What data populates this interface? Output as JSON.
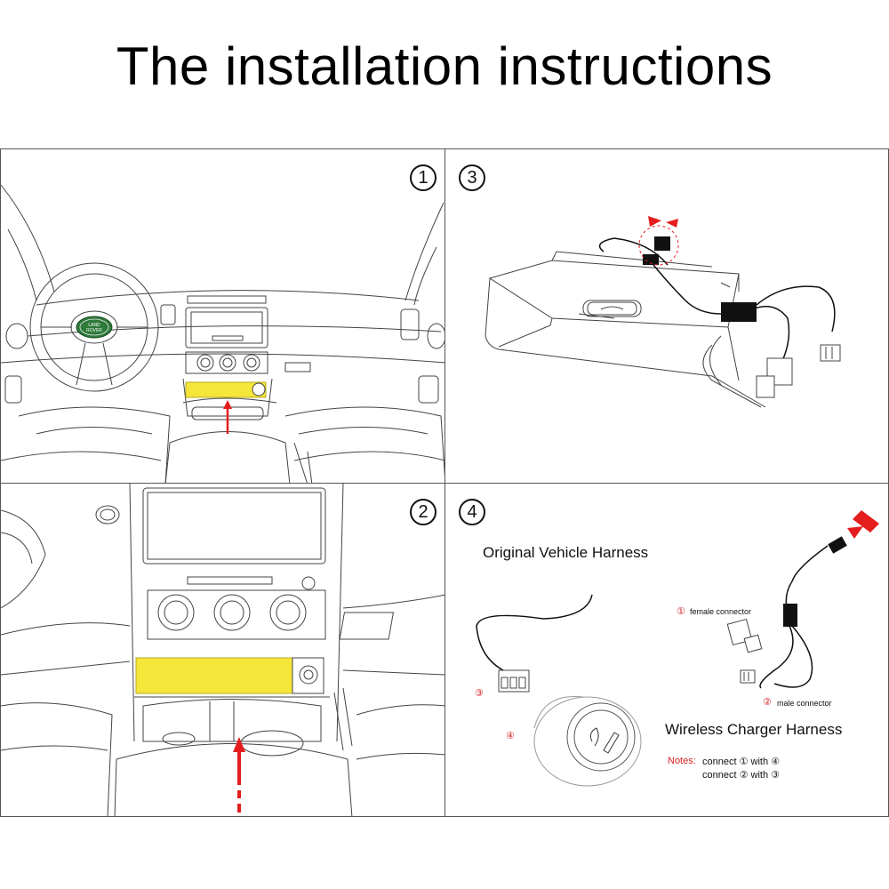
{
  "title": "The installation instructions",
  "steps": {
    "s1": "1",
    "s2": "2",
    "s3": "3",
    "s4": "4"
  },
  "panel4": {
    "original_harness": "Original Vehicle Harness",
    "wireless_harness": "Wireless Charger Harness",
    "female_num": "①",
    "female_label": "female connector",
    "male_num": "②",
    "male_label": "male connector",
    "num3": "③",
    "num4": "④",
    "notes_label": "Notes:",
    "note1": "connect  ①  with  ④",
    "note2": "connect  ②  with  ③"
  },
  "logo": {
    "line1": "LAND",
    "line2": "ROVER"
  },
  "colors": {
    "highlight": "#f5e63a",
    "arrow": "#e41e1e",
    "line": "#333333"
  }
}
